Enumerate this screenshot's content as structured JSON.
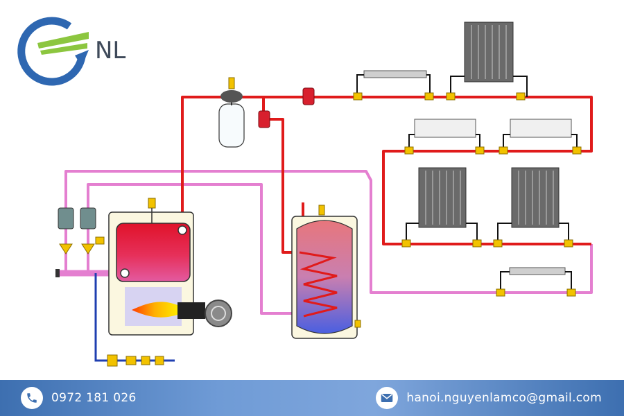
{
  "logo": {
    "text": "NL"
  },
  "footer": {
    "phone": "0972 181 026",
    "email": "hanoi.nguyenlamco@gmail.com"
  },
  "icons": [
    "phone-icon",
    "mail-icon"
  ],
  "colors": {
    "hot_pipe": "#e01b1b",
    "return_pipe": "#e47fd0",
    "cold_pipe": "#1f3fb0",
    "footer": "#5f8fd0",
    "logo_blue": "#2e67b1",
    "logo_green": "#8cc63f",
    "valve": "#f2c200"
  }
}
